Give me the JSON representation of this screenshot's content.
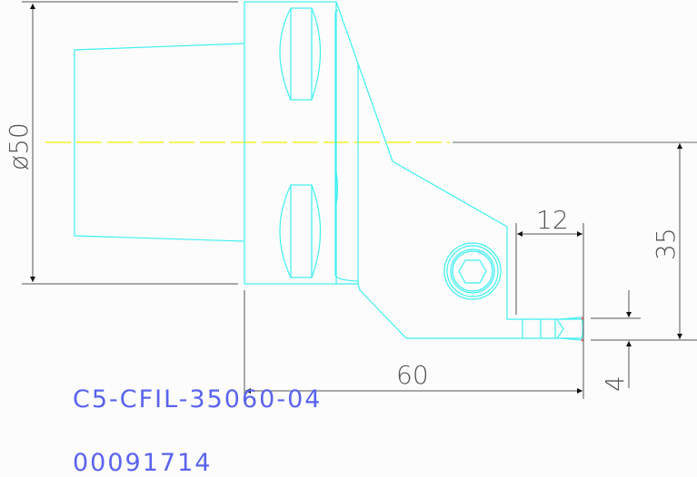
{
  "drawing": {
    "title": "Tool holder side view (CAD)",
    "colors": {
      "background": "#fbfcfb",
      "geometry": "#3ff0f0",
      "dimension": "#555555",
      "centerline": "#f4f000",
      "label": "#5a63ee",
      "insert_tip": "#ff6b6b"
    },
    "dimensions": {
      "diameter": "ø50",
      "height": "35",
      "width": "12",
      "length": "60",
      "tip_height": "4"
    },
    "labels": {
      "part_number": "C5-CFIL-35060-04",
      "article_number": "00091714"
    }
  }
}
